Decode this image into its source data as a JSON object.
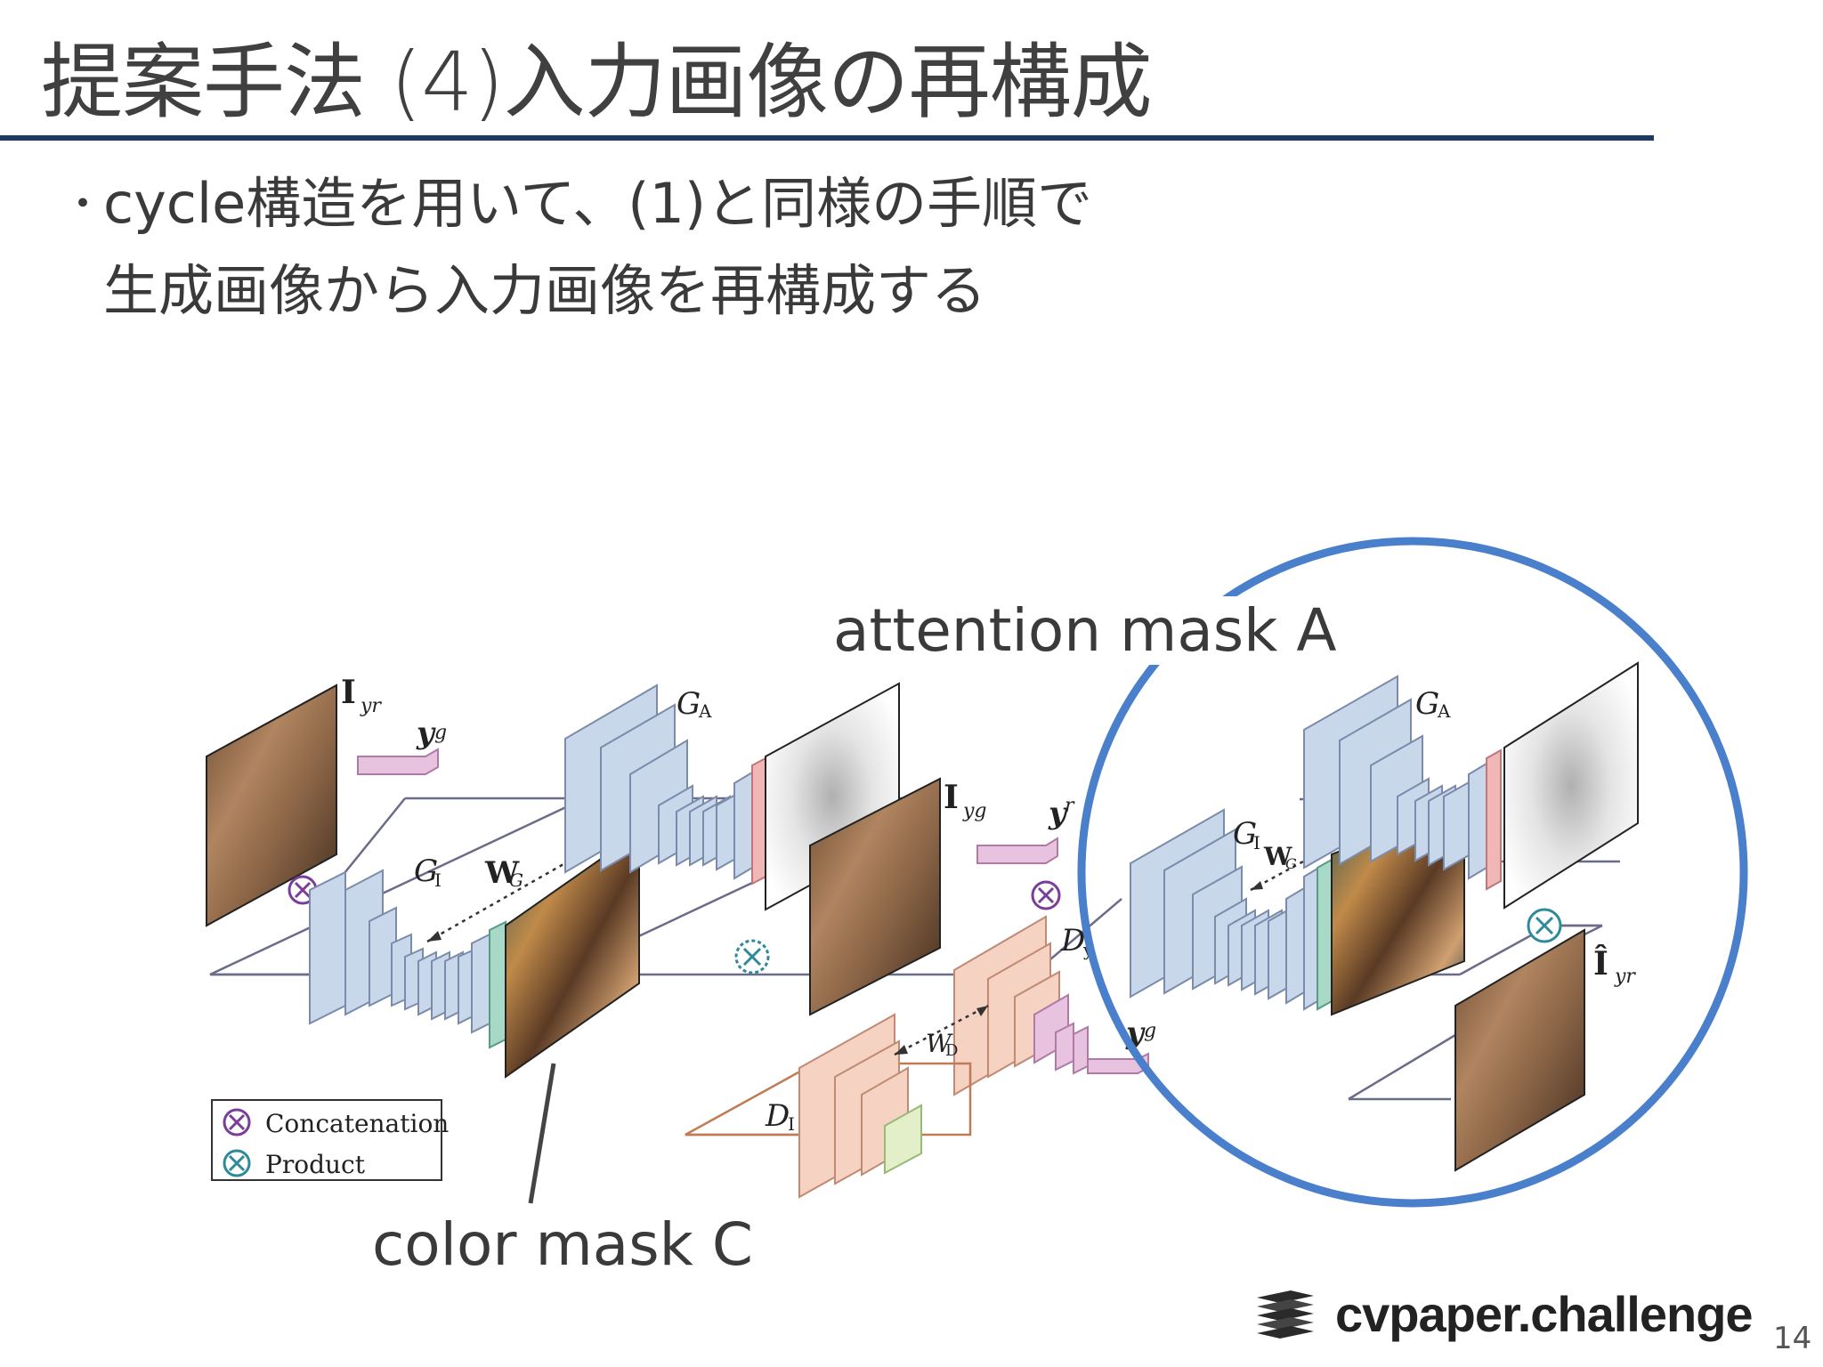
{
  "slide": {
    "title": "提案手法 (4)入力画像の再構成",
    "bullet_line1": "cycle構造を用いて、(1)と同様の手順で",
    "bullet_line2": "生成画像から入力画像を再構成する",
    "bullet_symbol": "・",
    "page_number": "14"
  },
  "callouts": {
    "attention": "attention mask A",
    "color": "color mask C"
  },
  "diagram_labels": {
    "iyr": "I",
    "iyr_sub": "yr",
    "yg": "y",
    "yg_sub": "g",
    "ga1": "G",
    "ga1_sub": "A",
    "gi1": "G",
    "gi1_sub": "I",
    "wg1": "W",
    "wg1_sub": "G",
    "iyg": "I",
    "iyg_sub": "yg",
    "yr": "y",
    "yr_sub": "r",
    "dy": "D",
    "dy_sub": "y",
    "wd": "W",
    "wd_sub": "D",
    "di": "D",
    "di_sub": "I",
    "yg2": "y",
    "yg2_sub": "g",
    "ga2": "G",
    "ga2_sub": "A",
    "gi2": "G",
    "gi2_sub": "I",
    "wg2": "W",
    "wg2_sub": "G",
    "iyr_hat": "Î",
    "iyr_hat_sub": "yr"
  },
  "legend": {
    "concatenation": "Concatenation",
    "product": "Product"
  },
  "logo": {
    "text": "cvpaper.challenge"
  },
  "colors": {
    "title_rule": "#1f3a5f",
    "highlight_circle": "#4a7fcb",
    "generator_blocks": "#c9d7ea",
    "discriminator_blocks": "#f6d2c2",
    "condition_vector": "#e8c3df",
    "concat_symbol": "#7a3e9a",
    "product_symbol": "#2e8a9a"
  }
}
